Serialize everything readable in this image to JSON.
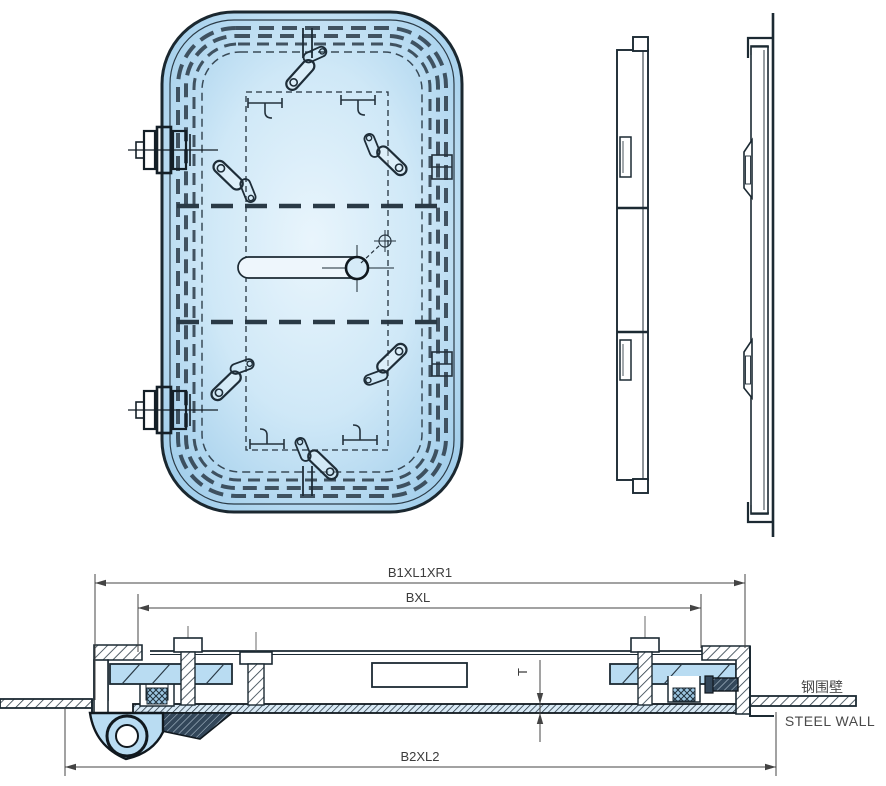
{
  "drawing": {
    "kind": "engineering-drawing",
    "subject": "quick-acting watertight marine door (front view, two side profiles, horizontal cross-section)",
    "labels": {
      "dim_outer": "B1XL1XR1",
      "dim_inner": "BXL",
      "dim_overall": "B2XL2",
      "plate_thickness": "T",
      "steel_wall_cn": "钢围壁",
      "steel_wall_en": "STEEL WALL"
    },
    "colors": {
      "door_center": "#e8f4fb",
      "door_mid": "#cfe8f7",
      "door_edge": "#8fc3e6",
      "section_blue": "#b9dcf2",
      "dark_steel": "#33475a",
      "line": "#1c2a33",
      "dim_line": "#444444",
      "background": "#ffffff"
    }
  }
}
